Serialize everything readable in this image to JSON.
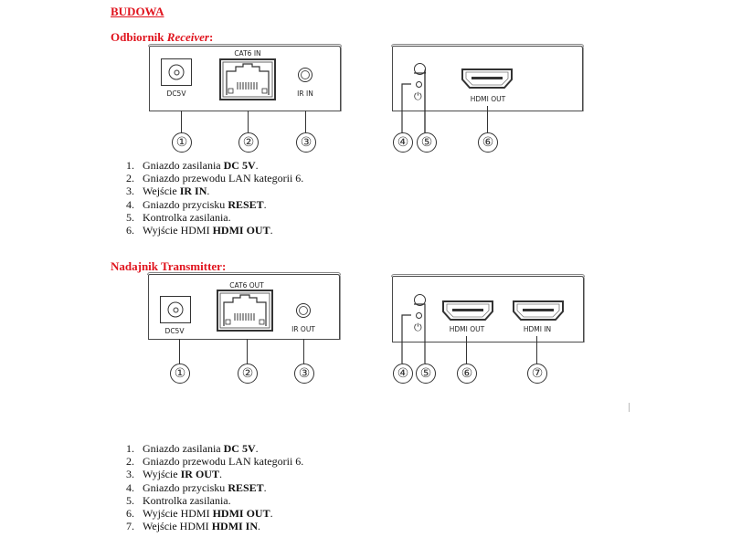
{
  "heading": "BUDOWA",
  "receiver": {
    "title_pl": "Odbiornik ",
    "title_en": "Receiver",
    "title_colon": ":",
    "front_panel": {
      "dc_label": "DC5V",
      "rj45_label": "CAT6 IN",
      "ir_label": "IR IN",
      "callouts": [
        "①",
        "②",
        "③"
      ]
    },
    "rear_panel": {
      "power_icon": "power-icon",
      "hdmi_label": "HDMI OUT",
      "callouts": [
        "④",
        "⑤",
        "⑥"
      ]
    },
    "items": [
      {
        "num": "1.",
        "text": "Gniazdo zasilania ",
        "bold": "DC 5V",
        "end": "."
      },
      {
        "num": "2.",
        "text": "Gniazdo przewodu LAN kategorii 6.",
        "bold": "",
        "end": ""
      },
      {
        "num": "3.",
        "text": "Wejście ",
        "bold": "IR IN",
        "end": "."
      },
      {
        "num": "4.",
        "text": "Gniazdo przycisku ",
        "bold": "RESET",
        "end": "."
      },
      {
        "num": "5.",
        "text": "Kontrolka zasilania.",
        "bold": "",
        "end": ""
      },
      {
        "num": "6.",
        "text": "Wyjście HDMI ",
        "bold": "HDMI OUT",
        "end": "."
      }
    ]
  },
  "transmitter": {
    "title": "Nadajnik Transmitter:",
    "front_panel": {
      "dc_label": "DC5V",
      "rj45_label": "CAT6 OUT",
      "ir_label": "IR OUT",
      "callouts": [
        "①",
        "②",
        "③"
      ]
    },
    "rear_panel": {
      "power_icon": "power-icon",
      "hdmi_out_label": "HDMI OUT",
      "hdmi_in_label": "HDMI IN",
      "callouts": [
        "④",
        "⑤",
        "⑥",
        "⑦"
      ]
    },
    "items": [
      {
        "num": "1.",
        "text": "Gniazdo zasilania ",
        "bold": "DC 5V",
        "end": "."
      },
      {
        "num": "2.",
        "text": "Gniazdo przewodu LAN kategorii 6.",
        "bold": "",
        "end": ""
      },
      {
        "num": "3.",
        "text": "Wyjście ",
        "bold": "IR OUT",
        "end": "."
      },
      {
        "num": "4.",
        "text": "Gniazdo przycisku ",
        "bold": "RESET",
        "end": "."
      },
      {
        "num": "5.",
        "text": "Kontrolka zasilania.",
        "bold": "",
        "end": ""
      },
      {
        "num": "6.",
        "text": "Wyjście HDMI ",
        "bold": "HDMI OUT",
        "end": "."
      },
      {
        "num": "7.",
        "text": "Wejście HDMI ",
        "bold": "HDMI IN",
        "end": "."
      }
    ]
  },
  "colors": {
    "heading": "#e0141e",
    "line": "#333333"
  }
}
